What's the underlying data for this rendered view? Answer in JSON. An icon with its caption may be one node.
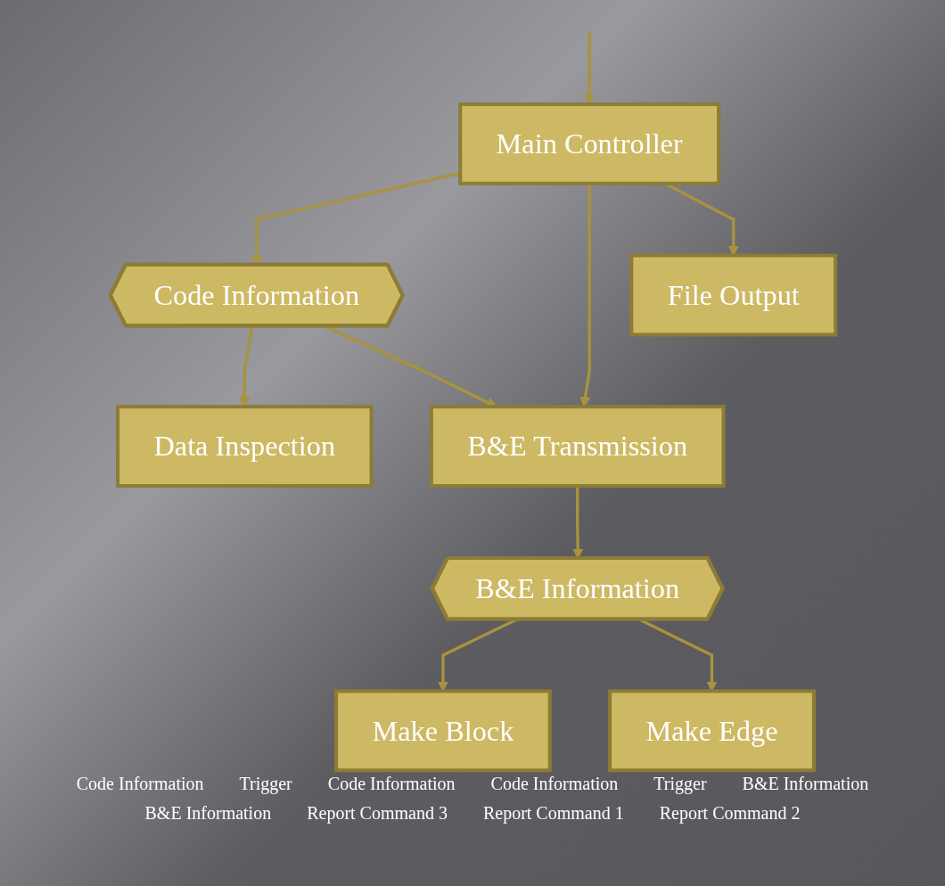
{
  "diagram": {
    "nodes": [
      {
        "text": [
          "Code Information"
        ]
      },
      {
        "text": [
          "Main Controller"
        ]
      },
      {
        "text": [
          "B&E Transmission"
        ]
      },
      {
        "text": [
          "Data Inspection"
        ]
      },
      {
        "text": [
          "B&E Information"
        ]
      },
      {
        "text": [
          "Make Block"
        ]
      },
      {
        "text": [
          "File Output"
        ]
      },
      {
        "text": [
          "Make Edge"
        ]
      }
    ],
    "edges": [
      {
        "from": null,
        "to": 1,
        "arrow": "to"
      },
      {
        "from": 1,
        "to": 0,
        "arrow": "to"
      },
      {
        "from": 0,
        "to": 3,
        "arrow": "to"
      },
      {
        "from": 0,
        "to": 2,
        "arrow": "to"
      },
      {
        "from": 1,
        "to": 2,
        "arrow": "to"
      },
      {
        "from": 2,
        "to": 4,
        "arrow": "to"
      },
      {
        "from": 4,
        "to": 5,
        "arrow": "to"
      },
      {
        "from": 4,
        "to": 7,
        "arrow": "to"
      },
      {
        "from": 1,
        "to": 6,
        "arrow": "to"
      }
    ],
    "labels": [
      "Code Information",
      "Trigger",
      "Code Information",
      "Code Information",
      "Trigger",
      "B&E Information",
      "B&E Information",
      "Report Command 3",
      "Report Command 1",
      "Report Command 2"
    ]
  }
}
